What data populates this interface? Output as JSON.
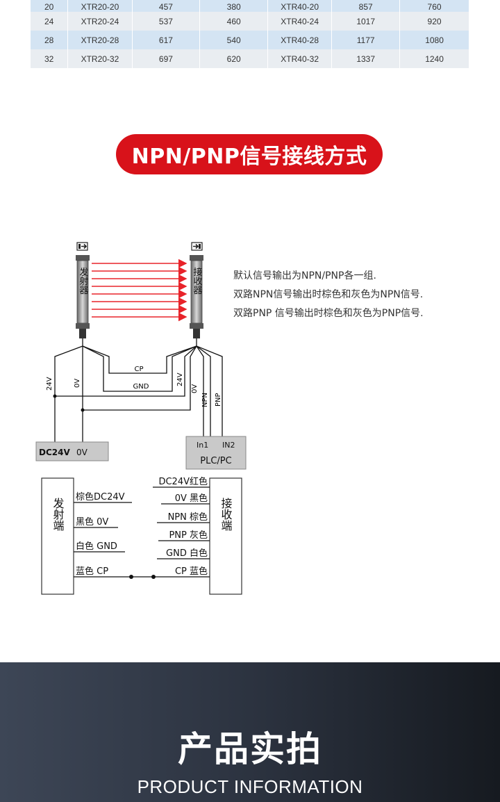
{
  "spec_table": {
    "rows": [
      [
        "20",
        "XTR20-20",
        "457",
        "380",
        "XTR40-20",
        "857",
        "760"
      ],
      [
        "24",
        "XTR20-24",
        "537",
        "460",
        "XTR40-24",
        "1017",
        "920"
      ],
      [
        "28",
        "XTR20-28",
        "617",
        "540",
        "XTR40-28",
        "1177",
        "1080"
      ],
      [
        "32",
        "XTR20-32",
        "697",
        "620",
        "XTR40-32",
        "1337",
        "1240"
      ]
    ]
  },
  "section_title": "NPN/PNP信号接线方式",
  "notes": [
    "默认信号输出为NPN/PNP各一组.",
    "双路NPN信号输出时棕色和灰色为NPN信号.",
    "双路PNP 信号输出时棕色和灰色为PNP信号."
  ],
  "diagram": {
    "emitter_label": "发射器",
    "receiver_label": "接收器",
    "wire_cp": "CP",
    "wire_gnd": "GND",
    "wire_24v_left": "24V",
    "wire_0v_left": "0V",
    "wire_24v_right": "24V",
    "wire_0v_right": "0V",
    "wire_npn": "NPN",
    "wire_pnp": "PNP",
    "power_box_label": "DC24V",
    "power_box_0v": "0V",
    "plc_in1": "In1",
    "plc_in2": "IN2",
    "plc_label": "PLC/PC",
    "emitter_end_label": "发射端",
    "receiver_end_label": "接收端",
    "emitter_wires": [
      "棕色DC24V",
      "黑色 0V",
      "白色 GND",
      "蓝色 CP"
    ],
    "receiver_wires": [
      "DC24V红色",
      "0V 黑色",
      "NPN 棕色",
      "PNP 灰色",
      "GND 白色",
      "CP 蓝色"
    ]
  },
  "footer": {
    "title": "产品实拍",
    "subtitle": "PRODUCT INFORMATION"
  },
  "colors": {
    "accent_red": "#d8121a",
    "beam_red": "#e8232a",
    "table_blue": "#d4e4f3",
    "table_gray": "#e9edf1"
  }
}
